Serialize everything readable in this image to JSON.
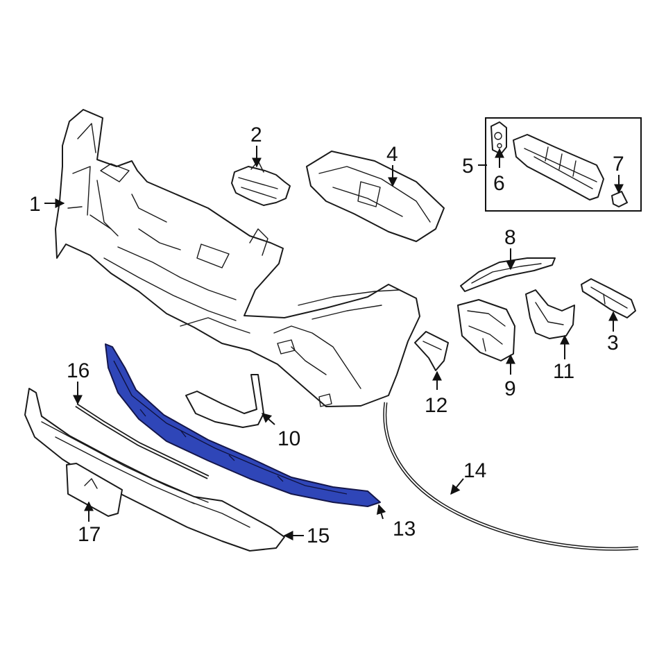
{
  "diagram": {
    "highlight_color": "#2f46b8",
    "callouts": {
      "c1": "1",
      "c2": "2",
      "c3": "3",
      "c4": "4",
      "c5": "5",
      "c6": "6",
      "c7": "7",
      "c8": "8",
      "c9": "9",
      "c10": "10",
      "c11": "11",
      "c12": "12",
      "c13": "13",
      "c14": "14",
      "c15": "15",
      "c16": "16",
      "c17": "17"
    }
  }
}
